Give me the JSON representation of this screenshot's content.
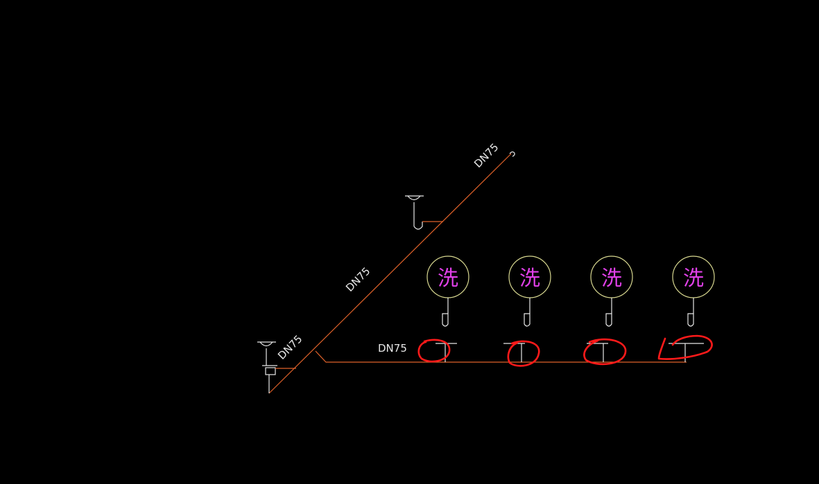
{
  "labels": {
    "pipe_upper": "DN75",
    "pipe_middle": "DN75",
    "pipe_lower": "DN75",
    "pipe_horizontal": "DN75",
    "fixture_symbol": "洗"
  },
  "colors": {
    "background": "#000000",
    "pipe": "#e0622a",
    "fixture": "#e8e8e8",
    "fixture_ring": "#d8d890",
    "fixture_text": "#e040e8",
    "annotation": "#ff1a1a"
  },
  "fixtures": [
    {
      "symbol": "洗"
    },
    {
      "symbol": "洗"
    },
    {
      "symbol": "洗"
    },
    {
      "symbol": "洗"
    }
  ]
}
